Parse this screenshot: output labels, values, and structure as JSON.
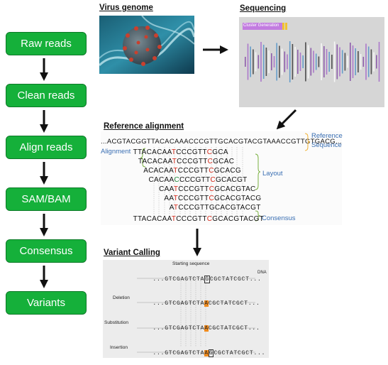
{
  "pipeline": {
    "steps": [
      "Raw reads",
      "Clean reads",
      "Align reads",
      "SAM/BAM",
      "Consensus",
      "Variants"
    ]
  },
  "sections": {
    "virus_genome": "Virus genome",
    "sequencing": "Sequencing",
    "reference_alignment": "Reference alignment",
    "variant_calling": "Variant Calling"
  },
  "sequencing_image": {
    "tag": "Cluster Generation"
  },
  "alignment": {
    "reference_seq": "...ACGTACGGTTACACAAACCCGTTGCACGTACGTAAACCGTTGTGACG...",
    "label_reference": "Reference",
    "label_sequence": "Sequence",
    "label_alignment": "Alignment",
    "label_layout": "Layout",
    "label_consensus": "Consensus",
    "reads": [
      {
        "pre": "TTACACAA",
        "hl": "T",
        "post": "CCCGTT",
        "hl2": "C",
        "post2": "GCA"
      },
      {
        "pre": "TACACAA",
        "hl": "T",
        "post": "CCCGTT",
        "hl2": "C",
        "post2": "GCAC"
      },
      {
        "pre": "ACACAA",
        "hl": "T",
        "post": "CCCGTT",
        "hl2": "C",
        "post2": "GCACG"
      },
      {
        "pre": "CACAA",
        "hl": "C",
        "post": "CCCGTT",
        "hl2": "C",
        "post2": "GCACGT"
      },
      {
        "pre": "CAA",
        "hl": "T",
        "post": "CCCGTT",
        "hl2": "C",
        "post2": "GCACGTAC"
      },
      {
        "pre": "AA",
        "hl": "T",
        "post": "CCCGTT",
        "hl2": "C",
        "post2": "GCACGTACG"
      },
      {
        "pre": "A",
        "hl": "T",
        "post": "CCCGTT",
        "hl2": "",
        "post2": "GCACGTACGT"
      }
    ],
    "consensus": {
      "pre": "TTACACAA",
      "hl": "T",
      "post": "CCCGTT",
      "hl2": "C",
      "post2": "GCACGTACGT"
    }
  },
  "variants": {
    "title": "Starting sequence",
    "dna_label": "DNA",
    "start": {
      "pre": "...GTCGAGTCTA",
      "box": "G",
      "post": "CGCTATCGCT..."
    },
    "rows": [
      {
        "label": "Deletion",
        "pre": "...GTCGAGTCTA",
        "hl": "A",
        "post": "CGCTATCGCT..."
      },
      {
        "label": "Substitution",
        "pre": "...GTCGAGTCTA",
        "hl": "A",
        "post": "CGCTATCGCT..."
      },
      {
        "label": "Insertion",
        "pre": "...GTCGAGTCTA",
        "hl": "A",
        "box": "G",
        "post": "CGCTATCGCT..."
      }
    ]
  },
  "colors": {
    "step_fill": "#15b03a",
    "accent_red": "#d62a1a",
    "label_blue": "#3a6fb3",
    "highlight_orange": "#f08a1c"
  }
}
